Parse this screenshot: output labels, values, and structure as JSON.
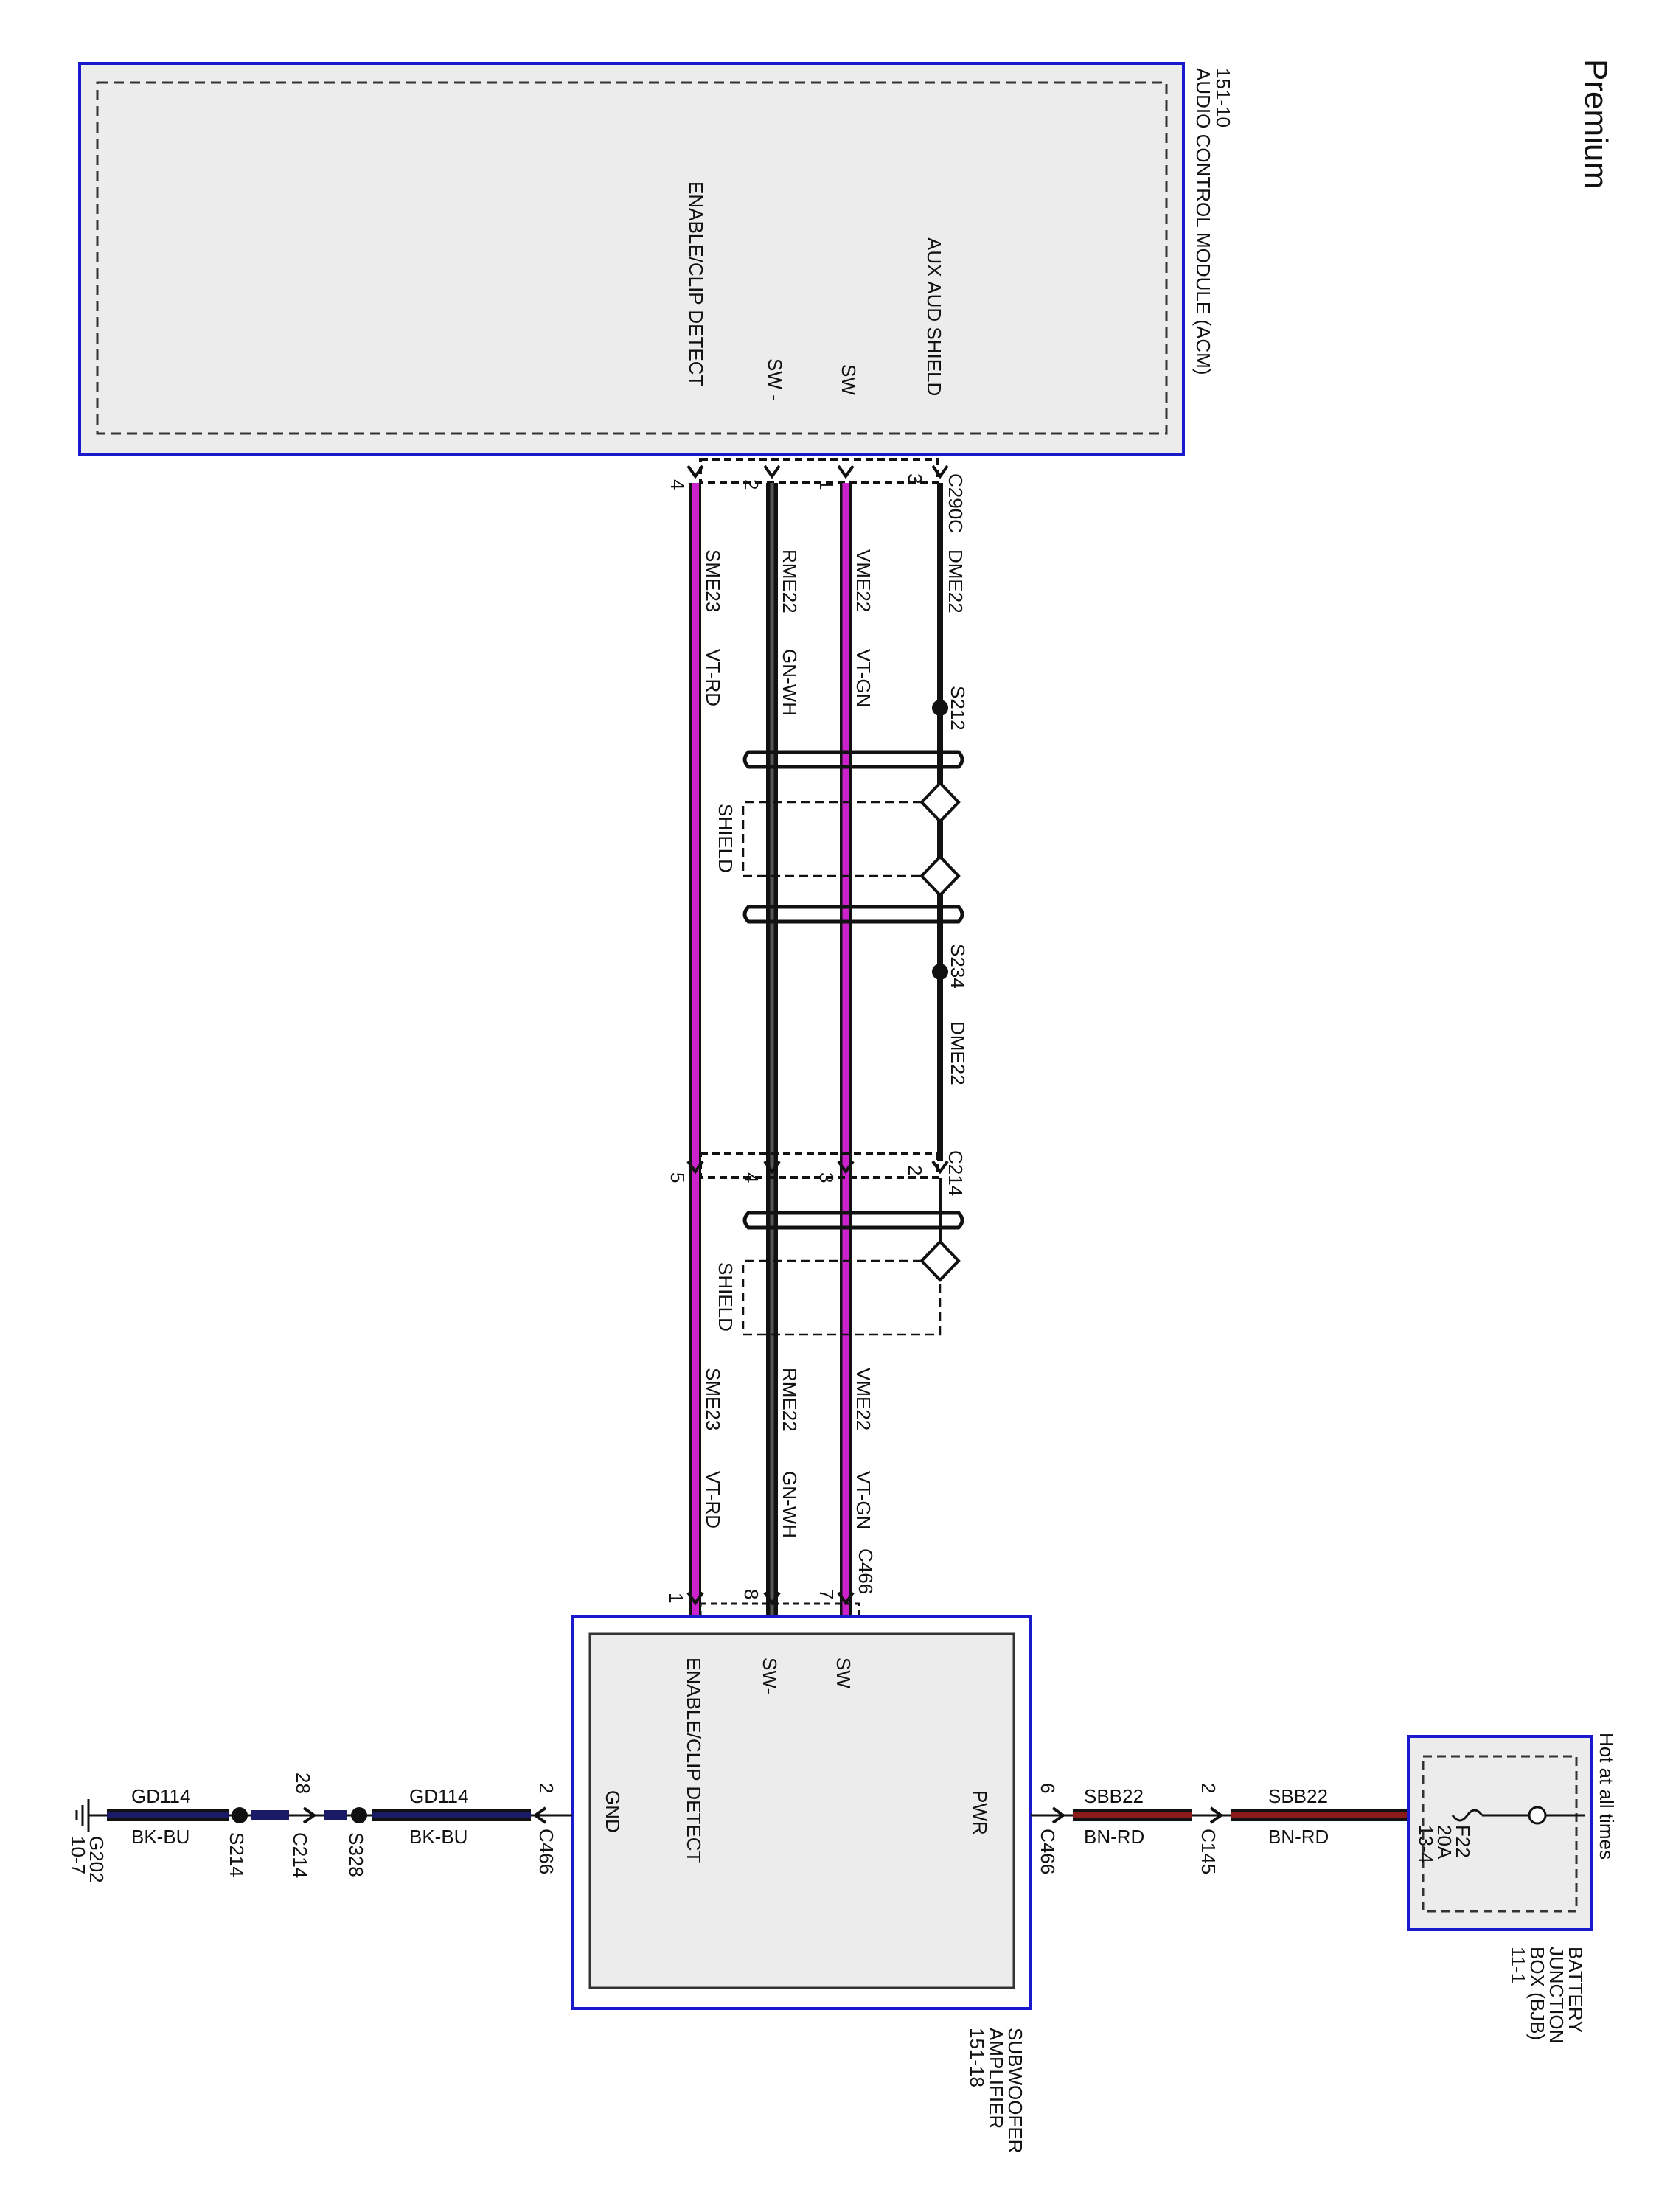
{
  "title": "Premium",
  "acm": {
    "name": "AUDIO CONTROL MODULE (ACM)",
    "ref": "151-10",
    "pins": {
      "aux_aud_shield": "AUX AUD SHIELD",
      "sw_pos": "SW",
      "sw_neg": "SW -",
      "enable": "ENABLE/CLIP DETECT"
    },
    "connector": "C290C",
    "pin_numbers": [
      "3",
      "1",
      "2",
      "4"
    ]
  },
  "wires_upper": {
    "dme": {
      "circuit": "DME22"
    },
    "vme": {
      "circuit": "VME22",
      "color": "VT-GN"
    },
    "rme": {
      "circuit": "RME22",
      "color": "GN-WH"
    },
    "sme": {
      "circuit": "SME23",
      "color": "VT-RD"
    },
    "shield_label": "SHIELD"
  },
  "splices": {
    "s212": "S212",
    "s234": "S234",
    "dme_below": "DME22"
  },
  "c214_upper": {
    "name": "C214",
    "pin_numbers": [
      "2",
      "3",
      "4",
      "5"
    ]
  },
  "wires_lower": {
    "shield_label": "SHIELD",
    "vme": {
      "circuit": "VME22",
      "color": "VT-GN"
    },
    "rme": {
      "circuit": "RME22",
      "color": "GN-WH"
    },
    "sme": {
      "circuit": "SME23",
      "color": "VT-RD"
    }
  },
  "c466_top": {
    "name": "C466",
    "pin_numbers": [
      "7",
      "8",
      "1"
    ]
  },
  "subwoofer": {
    "name_lines": [
      "SUBWOOFER",
      "AMPLIFIER",
      "151-18"
    ],
    "pins": {
      "sw_pos": "SW",
      "sw_neg": "SW-",
      "enable": "ENABLE/CLIP DETECT",
      "pwr": "PWR",
      "gnd": "GND"
    }
  },
  "bjb": {
    "hot": "Hot at all times",
    "fuse_lines": [
      "F22",
      "20A",
      "13-4"
    ],
    "name_lines": [
      "BATTERY",
      "JUNCTION",
      "BOX (BJB)",
      "11-1"
    ]
  },
  "power_circuit": {
    "left": {
      "circuit": "SBB22",
      "color": "BN-RD",
      "pin": "6",
      "connector": "C466"
    },
    "right": {
      "circuit": "SBB22",
      "color": "BN-RD",
      "pin": "2",
      "connector": "C145"
    }
  },
  "ground_circuit": {
    "right": {
      "circuit": "GD114",
      "color": "BK-BU",
      "pin": "2",
      "connector": "C466"
    },
    "s328": "S328",
    "c214": {
      "pin": "28",
      "name": "C214"
    },
    "s214": "S214",
    "left": {
      "circuit": "GD114",
      "color": "BK-BU"
    },
    "ground_lines": [
      "G202",
      "10-7"
    ]
  },
  "colors": {
    "module_border": "#1a1acc",
    "module_fill": "#ececec",
    "wire_violet": "#cc22cc",
    "wire_brown_red": "#8b1a1a",
    "wire_black_blue": "#1a1a66",
    "wire_black": "#111111"
  }
}
